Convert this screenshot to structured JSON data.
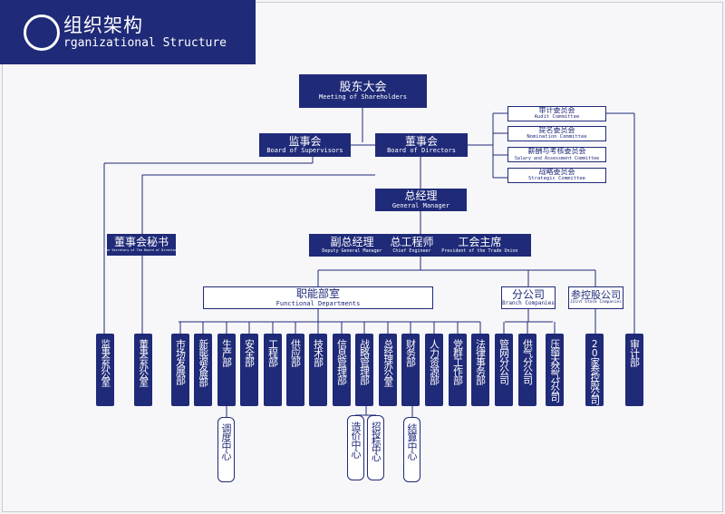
{
  "header": {
    "title_cn": "组织架构",
    "title_en": "rganizational Structure"
  },
  "nodes": {
    "shareholders": {
      "cn": "股东大会",
      "en": "Meeting of Shareholders"
    },
    "supervisors": {
      "cn": "监事会",
      "en": "Board of Supervisors"
    },
    "directors": {
      "cn": "董事会",
      "en": "Board of Directors"
    },
    "audit_cmte": {
      "cn": "审计委员会",
      "en": "Audit Committee"
    },
    "nomination_cmte": {
      "cn": "提名委员会",
      "en": "Nomination Committee"
    },
    "salary_cmte": {
      "cn": "薪酬与考核委员会",
      "en": "Salary and Assessment Committee"
    },
    "strategic_cmte": {
      "cn": "战略委员会",
      "en": "Strategic Committee"
    },
    "gm": {
      "cn": "总经理",
      "en": "General  Manager"
    },
    "deputies": {
      "cn": [
        "副总经理",
        "总工程师",
        "工会主席"
      ],
      "en": [
        "Deputy General Manager",
        "Chief Engineer",
        "President of the Trade Union"
      ]
    },
    "board_secretary": {
      "cn": "董事会秘书",
      "en": "The Secretary of The Board of Directors"
    },
    "functional": {
      "cn": "职能部室",
      "en": "Functional  Departments"
    },
    "branch": {
      "cn": "分公司",
      "en": "Branch Companies"
    },
    "holding": {
      "cn": "参控股公司",
      "en": "Joint Stock Companies"
    }
  },
  "columns": [
    "监事会办公室",
    "董事会办公室",
    "市场发展部",
    "新能源发展部",
    "生产部",
    "安全部",
    "工程部",
    "供应部",
    "技术部",
    "信息管理部",
    "战略管理部",
    "总经理办公室",
    "财务部",
    "人力资源部",
    "党群工作部",
    "法律事务部",
    "管网分公司",
    "供气分公司",
    "压缩天然气分公司",
    "20家参控股公司",
    "审计部"
  ],
  "subunits": [
    "调度中心",
    "造价中心",
    "招投标中心",
    "结算中心"
  ],
  "colors": {
    "primary": "#1f2a78",
    "line": "#1f2a78",
    "background": "#f7f7f9"
  }
}
